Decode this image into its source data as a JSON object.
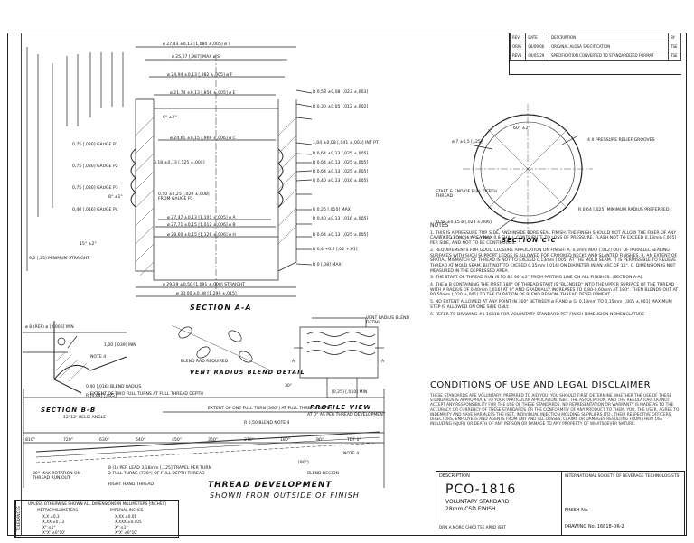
{
  "revision_block": {
    "headers": [
      "REV",
      "DATE",
      "DESCRIPTION",
      "BY"
    ],
    "rows": [
      {
        "rev": "ORIG",
        "date": "08/09/06",
        "description": "ORIGINAL ALOSA SPECIFICATION",
        "by": "TSE"
      },
      {
        "rev": "REV1",
        "date": "09/05/29",
        "description": "SPECIFICATION CONVERTED TO STANDARDIZED FORMAT",
        "by": "TSE"
      }
    ]
  },
  "section_a_dims": [
    "ø 27,43 ±0,13 [1,080 ±,005] ø T",
    "ø 25,07 [,987] MAX ø S",
    "ø 24,94 ±0,13 [,982 ±,005] ø F",
    "ø 21,74 ±0,13 [,856 ±,005] ø E",
    "ø 24,61 ±0,15 [,969 ±,006] ø C",
    "ø 27,47 ±0,13 [1,101 ±,005] ø A",
    "ø 27,71 ±0,15 [1,012 ±,006] ø B",
    "ø 28,60 ±0,15 [1,126 ±,006] ø H",
    "ø 29,19 ±0,50 [1,091 ±,008] STRAIGHT",
    "ø 33,00 ±0,38 [1,299 ±,015]"
  ],
  "section_a_gauges": [
    "0,75 [,030] GAUGE P1",
    "0,75 [,030] GAUGE P2",
    "0,75 [,030] GAUGE P3",
    "0,40 [,016] GAUGE P4"
  ],
  "section_a_right": [
    "R 0,58 ±0,08 [,023 ±,003]",
    "R 0,30 ±0,05 [,012 ±,002]",
    "1,04 ±0,08 [,041 ±,003] INT PT",
    "R 0,64 ±0,13 [,025 ±,005]",
    "R 0,64 ±0,13 [,025 ±,005]",
    "R 0,64 ±0,13 [,025 ±,005]",
    "R 0,40 ±0,13 [,016 ±,005]",
    "R 0,25 [,010] MAX",
    "R 0,40 ±0,13 [,016 ±,005]",
    "R 0,64 ±0,13 [,025 ±,005]",
    "R 0,4 +0,2 [,02 +,01]",
    "R 0 [,08] MAX"
  ],
  "section_a_left": [
    "9,0 [,35] MINIMUM STRAIGHT",
    "3,18 ±0,13 [,125 ±,004]",
    "0,50 ±0,25 [,020 ±,008] FROM GAUGE P1",
    "6° ±2°",
    "8° ±1°",
    "15° ±2°"
  ],
  "section_b_b": [
    "ø 8 (REF) ø [,0006] MIN",
    "1,00 [,039] MIN",
    "NOTE 4",
    "0,40 [,016] BLEND RADIUS",
    "R [0,64] [,025]",
    "BLEND RAD REQUIRED"
  ],
  "section_c_c": [
    "ø 7 ±0,5 [,,25]",
    "60° ±2°",
    "4 X PRESSURE RELIEF GROOVES",
    "START & END OF FULL DEPTH THREAD",
    "0,58 ±0,15 ø [,023 ±,006]",
    "0,64 ±0,15 [,025 ±,006]",
    "R 0,64 [,025] MINIMUM RADIUS PREFERRED"
  ],
  "partial_view": [
    "VENT RADIUS BLEND DETAIL",
    "A",
    "A",
    "[0,25] [,010] MIN",
    "30°"
  ],
  "thread_dev": {
    "extent_two": "EXTENT OF TWO FULL TURNS AT FULL THREAD DEPTH",
    "extent_one": "EXTENT OF ONE FULL TURN [360°] AT FULL THREAD DEPTH",
    "helix": "12°12' HELIX ANGLE",
    "angles": [
      "810°",
      "720°",
      "630°",
      "540°",
      "450°",
      "360°",
      "270°",
      "180°",
      "90°",
      "TDF 0°"
    ],
    "bottom": [
      "30° MAX ROTATION ON THREAD RUN OUT",
      "8 (1) PER LEAD 3,18mm [,125] TRAVEL PER TURN",
      "2 FULL TURNS (720°) OF FULL DEPTH THREAD",
      "RIGHT HAND THREAD",
      "[90°]",
      "NOTE 4",
      "BLEND REGION",
      "R 0,50 BLEND NOTE 4"
    ]
  },
  "notes_heading": "NOTES",
  "notes": [
    "1. THIS IS A PRESSURE TOP. SIDE, AND INSIDE BORE SEAL FINISH. THE FINISH SHOULD NOT ALLOW THE FIBER OF ANY CAVITY TO TOUCH. AREA MAX 0,8 SHALL CONTRIBUTE TO LOSS OF PRESSURE. FLASH NOT TO EXCEED 0,13mm [,005] PER SIDE, AND NOT TO BE CONTINUOUS.",
    "2. REQUIREMENTS FOR GOOD CLOSURE APPLICATION ON FINISH: A. 0,3mm MAX [,012] OUT OF PARALLEL SEALING SURFACES WITH SUCH SUPPORT LEDGE IS ALLOWED FOR CROOKED NECKS AND SLANTED FINISHES. B. AN EXTENT OF SPATIAL MISMATCH OF THREAD IS NOT TO EXCEED 0,13mm [,005] AT THE MOLD SEAM. IT IS PERMISSIBLE TO RELIEVE THREAD AT MOLD SEAM, BUT NOT TO EXCEED 0,35mm [,014] ON DIAMETER IN AN ARC OF 15°. C. DIMENSION IS NOT MEASURED IN THE DEPRESSED AREA.",
    "3. THE START OF THREAD RUN IS TO BE 90°±2° FROM PARTING LINE ON ALL FINISHES. (SECTION A-A)",
    "4. THE ø B CONTAINING THE FIRST 180° OF THREAD START IS \"BLENDED\" INTO THE UPPER SURFACE OF THE THREAD WITH A RADIUS OF 0,40mm [,016] AT 0° AND GRADUALLY INCREASES TO 0,80-0,60mm AT 180°. THEN BLENDS OUT AT R0,50mm [,020 ±,001] TO THE DURATION OF BLEND REGION. THREAD DEVELOPMENT.",
    "5. NO EXTENT ALLOWED AT ANY POINT IN 360° BETWEEN ø F AND ø G. 0,13mm TO 0,15mm [,005 ±,001] MAXIMUM STEP IS ALLOWED ON ONE SIDE ONLY.",
    "6. REFER TO DRAWING #1 16818 FOR VOLUNTARY STANDARD PET FINISH DIMENSION NOMENCLATURE"
  ],
  "disclaimer_heading": "CONDITIONS OF USE AND LEGAL DISCLAIMER",
  "disclaimer_body": "THESE STANDARDS ARE VOLUNTARY, PREPARED TO AID YOU. YOU SHOULD FIRST DETERMINE WHETHER THE USE OF THESE STANDARDS IS APPROPRIATE TO YOUR PARTICULAR APPLICATION. ISBT, THE ASSOCIATION, AND THE REGULATORS DO NOT ACCEPT ANY RESPONSIBILITY FOR THE USE OF THESE STANDARDS. NO REPRESENTATION OR WARRANTY IS MADE AS TO THE ACCURACY OR CURRENCY OF THESE STANDARDS OR THE CONFORMITY OF ANY PRODUCT TO THEM. YOU, THE USER, AGREE TO INDEMNIFY AND SAVE HARMLESS THE ISBT, INDIVIDUAL INJECTION MOLDING SUPPLIERS LTD., THEIR RESPECTIVE OFFICERS, DIRECTORS, EMPLOYEES AND AGENTS FROM ANY AND ALL LOSSES, CLAIMS OR DAMAGES RESULTING FROM THEIR USE INCLUDING INJURY OR DEATH OF ANY PERSON OR DAMAGE TO ANY PROPERTY OF WHATSOEVER NATURE.",
  "units_table": {
    "header": "UNLESS OTHERWISE SHOWN ALL DIMENSIONS IN MILLIMETERS [INCHES]",
    "cols": [
      "METRIC MILLIMETERS",
      "IMPERIAL INCHES"
    ],
    "rows": [
      [
        "X,X ±0,3",
        "X,XX ±0,01"
      ],
      [
        "X,XX ±0,13",
        "X,XXX ±0,005"
      ],
      [
        "X° ±1°",
        "X° ±1°"
      ],
      [
        "X°X' ±0°10'",
        "X°X' ±0°10'"
      ]
    ],
    "side": "TOLERANCES"
  },
  "title_block": {
    "desc_label": "DESCRIPTION",
    "part": "PCO-1816",
    "sub1": "VOLUNTARY STANDARD",
    "sub2": "28mm CSD FINISH",
    "org": "INTERNATIONAL SOCIETY OF BEVERAGE TECHNOLOGISTS",
    "finish_label": "FINISH No.",
    "drawing": "DRAWING No. 16818-DR-2",
    "footer": "DRN A.MORO  CHKD TSE  APRD ISBT"
  },
  "view_titles": {
    "section_a": "SECTION A-A",
    "section_b": "SECTION B-B",
    "section_c": "SECTION C-C",
    "vent": "VENT RADIUS BLEND DETAIL",
    "profile": "PROFILE VIEW",
    "profile_sub": "AT 0° AS PER THREAD DEVELOPMENT",
    "thread": "THREAD DEVELOPMENT",
    "thread_sub": "SHOWN FROM OUTSIDE OF FINISH"
  }
}
